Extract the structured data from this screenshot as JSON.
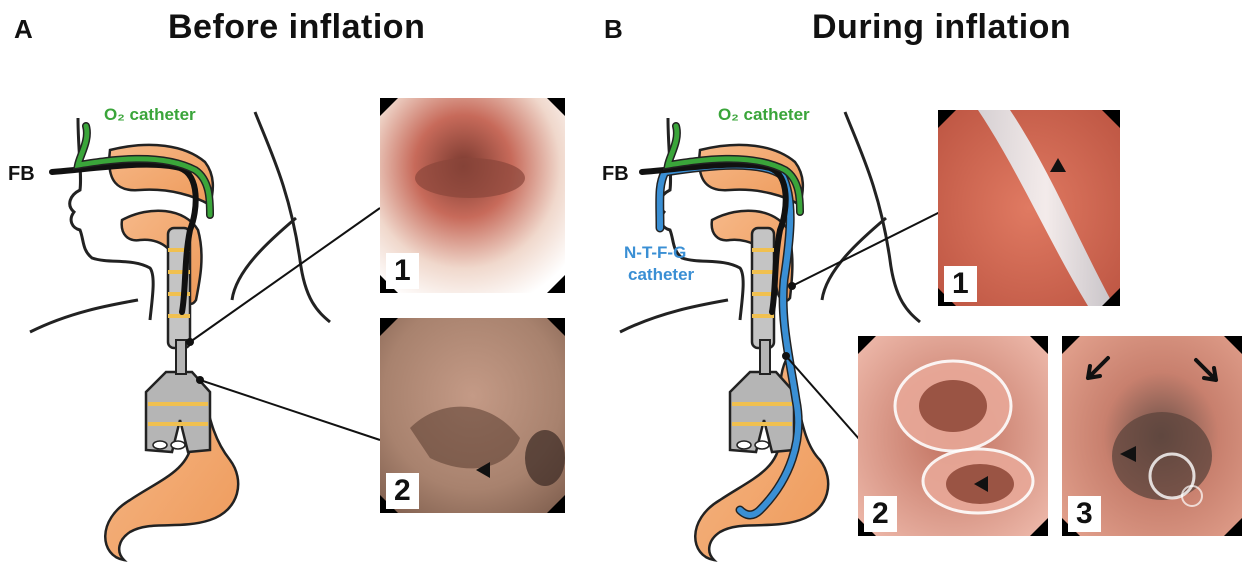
{
  "panels": [
    {
      "letter": "A",
      "title": "Before inflation",
      "labels": {
        "o2_catheter": "O₂ catheter",
        "fb": "FB"
      },
      "photos": [
        {
          "number": "1"
        },
        {
          "number": "2"
        }
      ]
    },
    {
      "letter": "B",
      "title": "During inflation",
      "labels": {
        "o2_catheter": "O₂ catheter",
        "fb": "FB",
        "ntfg_line1": "N-T-F-G",
        "ntfg_line2": "catheter"
      },
      "photos": [
        {
          "number": "1"
        },
        {
          "number": "2"
        },
        {
          "number": "3"
        }
      ]
    }
  ],
  "colors": {
    "o2_catheter": "#3aa53a",
    "ntfg_catheter": "#3a8fd4",
    "fiberscope": "#111111",
    "tissue": "#f2a66a",
    "tube": "#b5b5b5",
    "tube_band": "#f0c050"
  }
}
